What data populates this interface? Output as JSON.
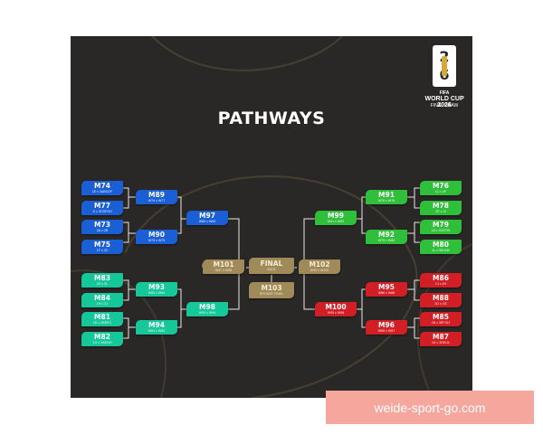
{
  "poster": {
    "title": "PATHWAYS",
    "logo": {
      "numeral": "26",
      "line1": "FIFA",
      "line2": "WORLD CUP",
      "line3": "2026",
      "line4": "FINAL DRAW"
    }
  },
  "matches": {
    "m74": {
      "code": "M74",
      "sub": "1E v 3ABCDF"
    },
    "m77": {
      "code": "M77",
      "sub": "1I v 3CDFGH"
    },
    "m73": {
      "code": "M73",
      "sub": "2A v 2B"
    },
    "m75": {
      "code": "M75",
      "sub": "1F v 2C"
    },
    "m89": {
      "code": "M89",
      "sub": "W74 v W77"
    },
    "m90": {
      "code": "M90",
      "sub": "W73 v W75"
    },
    "m97": {
      "code": "M97",
      "sub": "W89 v W90"
    },
    "m83": {
      "code": "M83",
      "sub": "2K v 2L"
    },
    "m84": {
      "code": "M84",
      "sub": "1H v 2J"
    },
    "m81": {
      "code": "M81",
      "sub": "1D v 3BEFIJ"
    },
    "m82": {
      "code": "M82",
      "sub": "1G v 3AEHIJ"
    },
    "m93": {
      "code": "M93",
      "sub": "W83 v W84"
    },
    "m94": {
      "code": "M94",
      "sub": "W81 v W82"
    },
    "m98": {
      "code": "M98",
      "sub": "W93 v W94"
    },
    "m101": {
      "code": "M101",
      "sub": "W97 v W98"
    },
    "final": {
      "code": "FINAL",
      "sub": "M104"
    },
    "m103": {
      "code": "M103",
      "sub": "BRONZE FINAL"
    },
    "m102": {
      "code": "M102",
      "sub": "W99 v W100"
    },
    "m76": {
      "code": "M76",
      "sub": "1C v 2F"
    },
    "m78": {
      "code": "M78",
      "sub": "2E v 2I"
    },
    "m79": {
      "code": "M79",
      "sub": "1A v 3CEFHI"
    },
    "m80": {
      "code": "M80",
      "sub": "1L v 3EHIJK"
    },
    "m91": {
      "code": "M91",
      "sub": "W76 v W78"
    },
    "m92": {
      "code": "M92",
      "sub": "W79 v W80"
    },
    "m99": {
      "code": "M99",
      "sub": "W91 v W92"
    },
    "m86": {
      "code": "M86",
      "sub": "1J v 2H"
    },
    "m88": {
      "code": "M88",
      "sub": "2D v 2G"
    },
    "m85": {
      "code": "M85",
      "sub": "1B v 3EFGIJ"
    },
    "m87": {
      "code": "M87",
      "sub": "1K v 3DEIJL"
    },
    "m95": {
      "code": "M95",
      "sub": "W86 v W88"
    },
    "m96": {
      "code": "M96",
      "sub": "W85 v W87"
    },
    "m100": {
      "code": "M100",
      "sub": "W95 v W96"
    }
  },
  "colors": {
    "blue": "#1a5fd6",
    "teal": "#16c79a",
    "green": "#2fbf3a",
    "red": "#d21f25",
    "gold": "#a08a5a",
    "background": "#2a2826"
  },
  "banner": {
    "text": "weide-sport-go.com"
  }
}
